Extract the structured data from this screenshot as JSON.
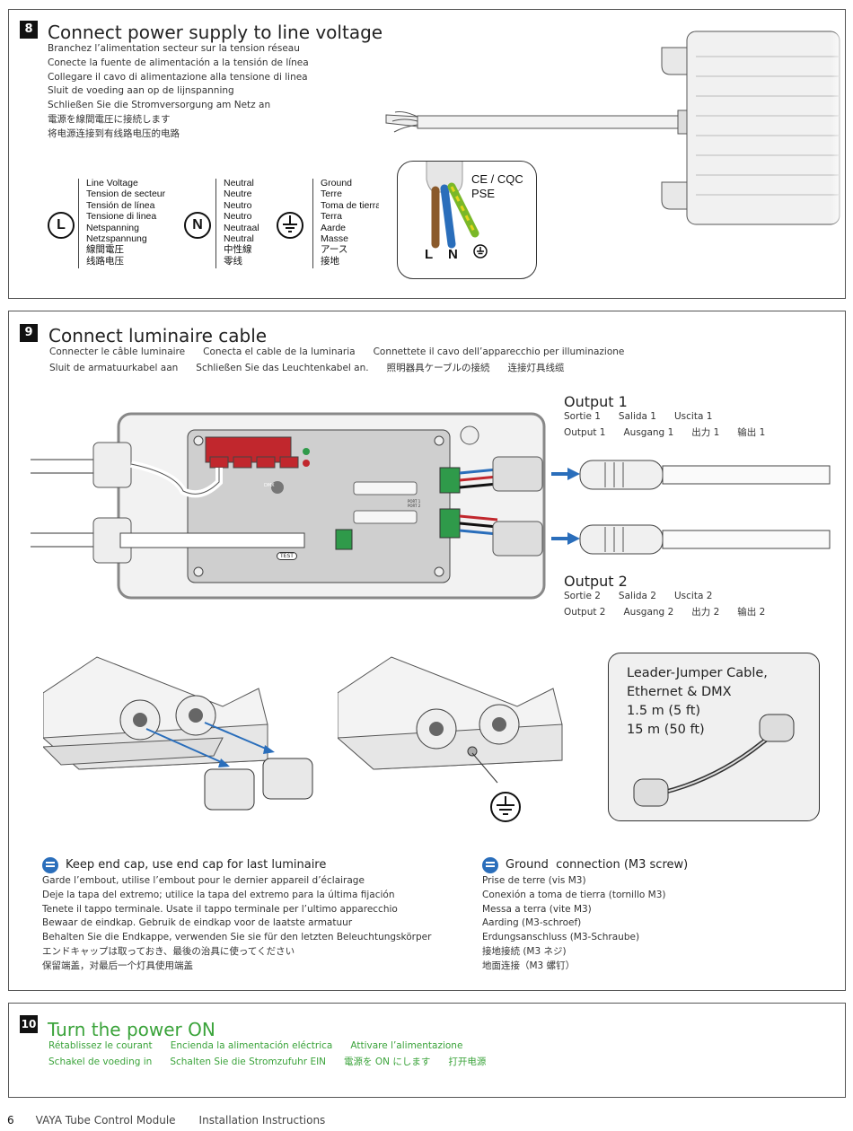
{
  "step8": {
    "number": "8",
    "title": "Connect power supply to line voltage",
    "translations": [
      "Branchez l’alimentation secteur sur la tension réseau",
      "Conecte la fuente de alimentación a la tensión de línea",
      "Collegare il cavo di alimentazione alla tensione di linea",
      "Sluit de voeding aan op de lijnspanning",
      "Schließen Sie die Stromversorgung am Netz an",
      "電源を線間電圧に接続します",
      "将电源连接到有线路电压的电路"
    ],
    "line": {
      "symbol": "L",
      "labels": [
        "Line Voltage",
        "Tension de secteur",
        "Tensión de línea",
        "Tensione di linea",
        "Netspanning",
        "Netzspannung",
        "線間電圧",
        "线路电压"
      ]
    },
    "neutral": {
      "symbol": "N",
      "labels": [
        "Neutral",
        "Neutre",
        "Neutro",
        "Neutro",
        "Neutraal",
        "Neutral",
        "中性線",
        "零线"
      ]
    },
    "ground": {
      "labels": [
        "Ground",
        "Terre",
        "Toma de tierra",
        "Terra",
        "Aarde",
        "Masse",
        "アース",
        "接地"
      ]
    },
    "cert_1": "CE / CQC",
    "cert_2": "PSE",
    "wire_l": "L",
    "wire_n": "N"
  },
  "step9": {
    "number": "9",
    "title": "Connect luminaire cable",
    "row1": [
      "Connecter le câble luminaire",
      "Conecta el cable de la luminaria",
      "Connettete il cavo dell’apparecchio per illuminazione"
    ],
    "row2": [
      "Sluit de armatuurkabel aan",
      "Schließen Sie das Leuchtenkabel an.",
      "照明器具ケーブルの接続",
      "连接灯具线缆"
    ],
    "output1": {
      "title": "Output 1",
      "row1": [
        "Sortie 1",
        "Salida 1",
        "Uscita 1"
      ],
      "row2": [
        "Output 1",
        "Ausgang 1",
        "出力 1",
        "输出 1"
      ]
    },
    "output2": {
      "title": "Output 2",
      "row1": [
        "Sortie 2",
        "Salida 2",
        "Uscita 2"
      ],
      "row2": [
        "Output 2",
        "Ausgang 2",
        "出力 2",
        "输出 2"
      ]
    },
    "board": {
      "dmx": "DMX",
      "test": "TEST",
      "port1": "PORT 1",
      "port2": "PORT 2"
    },
    "cable_box": [
      "Leader-Jumper Cable,",
      "Ethernet & DMX",
      "1.5 m (5 ft)",
      "15 m (50 ft)"
    ],
    "endcap": {
      "title": "Keep end cap, use end cap for last luminaire",
      "lines": [
        "Garde l’embout, utilise l’embout pour le dernier appareil d’éclairage",
        "Deje la tapa del extremo; utilice la tapa del extremo para la última fijación",
        "Tenete il tappo terminale. Usate il tappo terminale per l’ultimo apparecchio",
        "Bewaar de eindkap. Gebruik de eindkap voor de laatste armatuur",
        "Behalten Sie die Endkappe, verwenden Sie sie für den letzten Beleuchtungskörper",
        "エンドキャップは取っておき、最後の治具に使ってください",
        "保留端盖，对最后一个灯具使用端盖"
      ]
    },
    "ground_conn": {
      "title": "Ground  connection (M3 screw)",
      "lines": [
        "Prise de terre (vis M3)",
        "Conexión a toma de tierra (tornillo M3)",
        "Messa a terra (vite M3)",
        "Aarding (M3-schroef)",
        "Erdungsanschluss (M3-Schraube)",
        "接地接続 (M3 ネジ)",
        "地面连接（M3 螺钉）"
      ]
    }
  },
  "step10": {
    "number": "10",
    "title": "Turn the power ON",
    "row1": [
      "Rétablissez le courant",
      "Encienda la alimentación eléctrica",
      "Attivare l’alimentazione"
    ],
    "row2": [
      "Schakel de voeding in",
      "Schalten Sie die Stromzufuhr EIN",
      "電源を ON にします",
      "打开电源"
    ]
  },
  "footer": {
    "page": "6",
    "product": "VAYA Tube Control Module",
    "doc": "Installation Instructions"
  },
  "colors": {
    "accent_green": "#3aa33a",
    "accent_blue": "#2a6ebb",
    "connector_red": "#c1272d",
    "connector_green": "#2f9a4a"
  }
}
